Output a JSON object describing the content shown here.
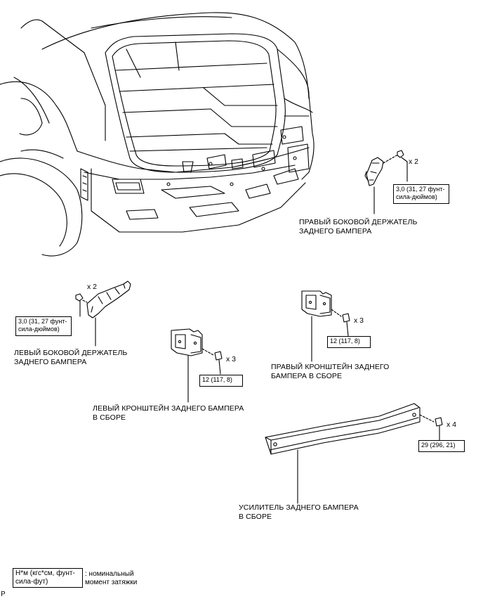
{
  "parts": {
    "right_side_retainer": "ПРАВЫЙ БОКОВОЙ ДЕРЖАТЕЛЬ\nЗАДНЕГО БАМПЕРА",
    "left_side_retainer": "ЛЕВЫЙ БОКОВОЙ ДЕРЖАТЕЛЬ\nЗАДНЕГО БАМПЕРА",
    "right_bracket": "ПРАВЫЙ КРОНШТЕЙН ЗАДНЕГО\nБАМПЕРА В СБОРЕ",
    "left_bracket": "ЛЕВЫЙ КРОНШТЕЙН ЗАДНЕГО БАМПЕРА\nВ СБОРЕ",
    "reinforcement": "УСИЛИТЕЛЬ ЗАДНЕГО БАМПЕРА\nВ СБОРЕ"
  },
  "quantities": {
    "right_retainer": "x 2",
    "left_retainer": "x 2",
    "right_bracket": "x 3",
    "left_bracket": "x 3",
    "reinforcement": "x 4"
  },
  "torques": {
    "right_retainer": "3,0 (31, 27 фунт-\nсила-дюймов)",
    "left_retainer": "3,0 (31, 27 фунт-\nсила-дюймов)",
    "right_bracket": "12 (117, 8)",
    "left_bracket": "12 (117, 8)",
    "reinforcement": "29 (296, 21)"
  },
  "legend": {
    "unit": "Н*м (кгс*см, фунт-\nсила-фут)",
    "description": ": номинальный\nмомент затяжки"
  },
  "corner_code": "P"
}
